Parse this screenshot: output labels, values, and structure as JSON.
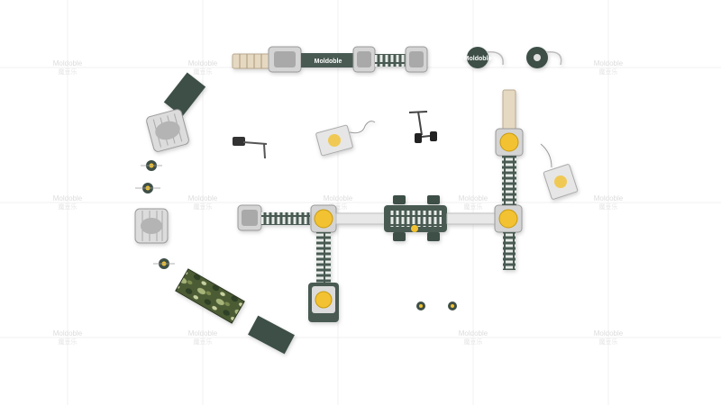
{
  "watermark": {
    "brand": "Moldoble",
    "chinese": "魔豆乐"
  },
  "branding": {
    "bridge_label": "Moldoble",
    "disc_label": "Moldoble"
  },
  "colors": {
    "background": "#ffffff",
    "deck_green": "#4a5a52",
    "panel_white": "#efefef",
    "post_grey": "#c8c8c8",
    "accent_yellow": "#f2c230",
    "camo_dark": "#2f3f25",
    "camo_light": "#8a9a62"
  }
}
